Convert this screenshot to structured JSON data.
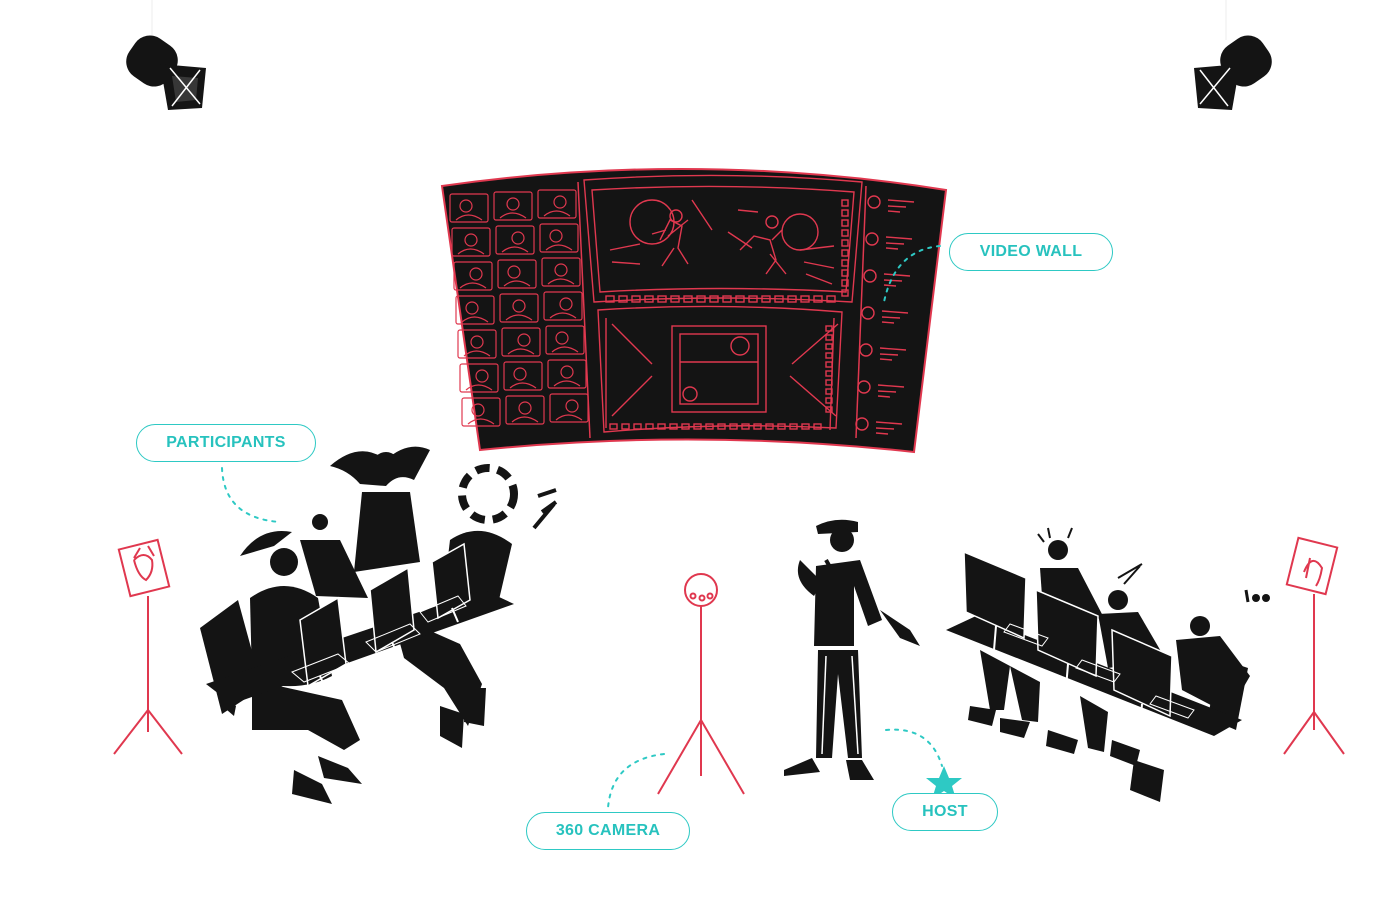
{
  "labels": {
    "video_wall": "VIDEO WALL",
    "participants": "PARTICIPANTS",
    "camera_360": "360 CAMERA",
    "host": "HOST"
  },
  "colors": {
    "accent_teal": "#2ec9c4",
    "accent_red": "#e0384f",
    "ink": "#141414",
    "background": "#ffffff"
  },
  "icons": [
    "spotlight-icon",
    "star-icon",
    "monitor-icon",
    "tripod-icon",
    "headset-icon",
    "microphone-icon"
  ]
}
